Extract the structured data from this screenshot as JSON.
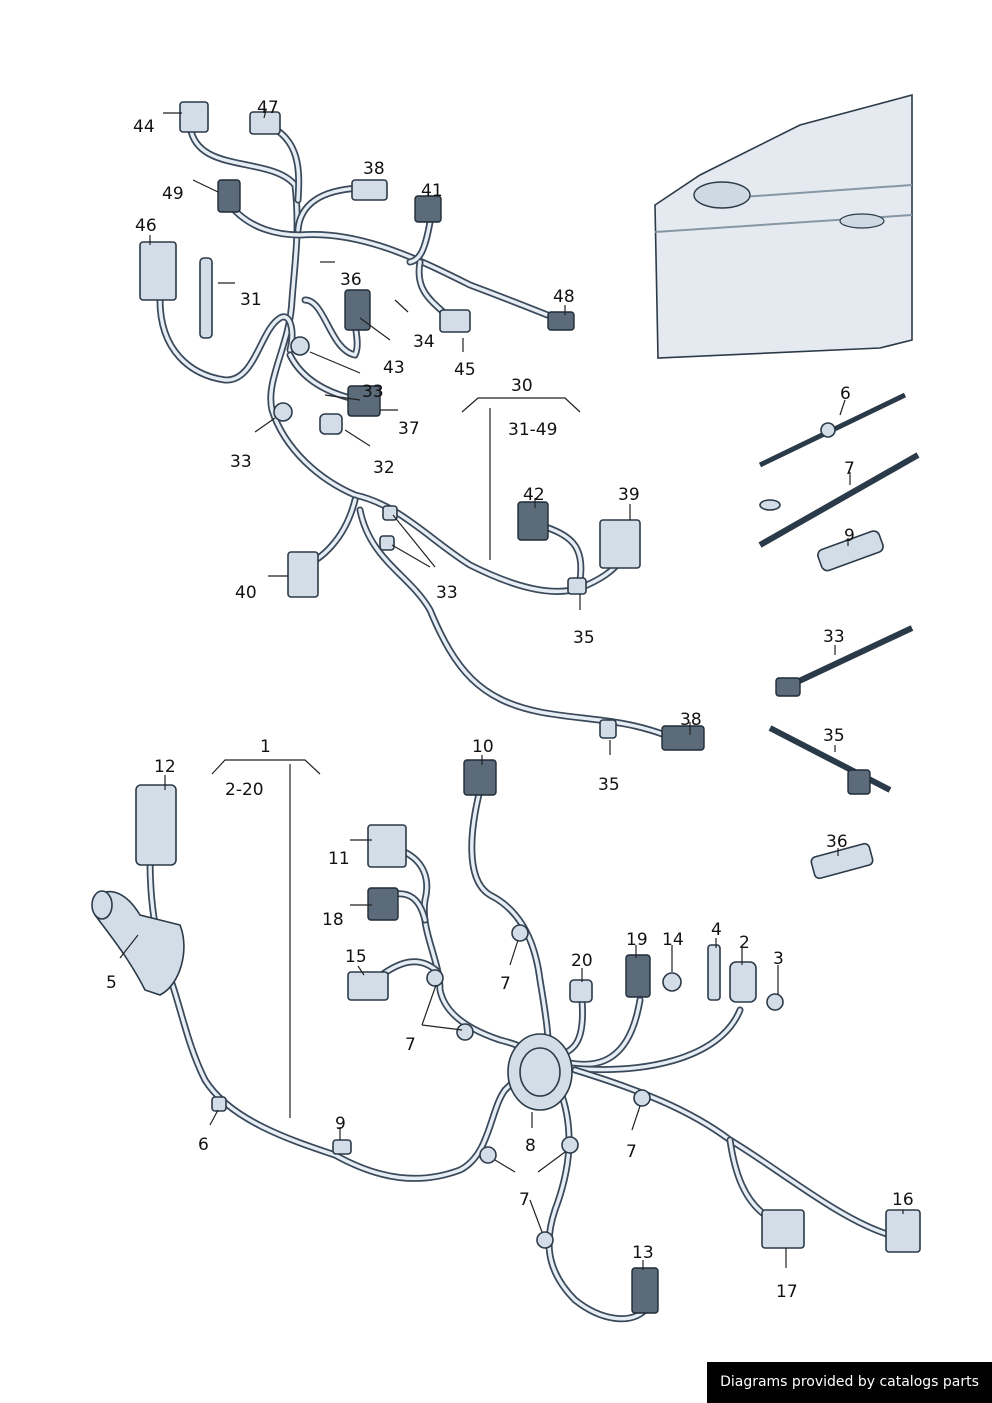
{
  "labels": {
    "l44": "44",
    "l47": "47",
    "l38a": "38",
    "l49": "49",
    "l41": "41",
    "l46": "46",
    "l31": "31",
    "l36a": "36",
    "l48": "48",
    "l34": "34",
    "l45": "45",
    "l43": "43",
    "l33a": "33",
    "l37": "37",
    "l33b": "33",
    "l32": "32",
    "l30": "30",
    "l31_49": "31-49",
    "l42": "42",
    "l39": "39",
    "l40": "40",
    "l33c": "33",
    "l35a": "35",
    "l38b": "38",
    "l35b": "35",
    "l6a": "6",
    "l7a": "7",
    "l9a": "9",
    "l33d": "33",
    "l35c": "35",
    "l36b": "36",
    "l12": "12",
    "l1": "1",
    "l2_20": "2-20",
    "l10": "10",
    "l11": "11",
    "l18": "18",
    "l5": "5",
    "l15": "15",
    "l7b": "7",
    "l7c": "7",
    "l20": "20",
    "l19": "19",
    "l14": "14",
    "l4": "4",
    "l2": "2",
    "l3": "3",
    "l6b": "6",
    "l9b": "9",
    "l8": "8",
    "l7d": "7",
    "l7e": "7",
    "l13": "13",
    "l16": "16",
    "l17": "17"
  },
  "credit": "Diagrams provided by catalogs parts"
}
